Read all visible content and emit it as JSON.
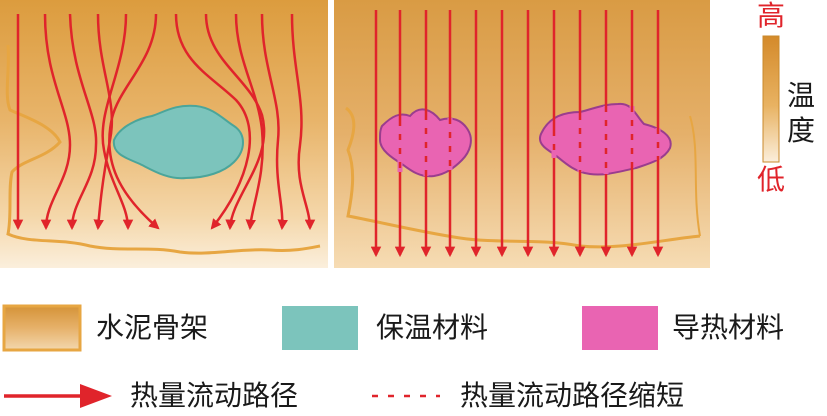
{
  "colors": {
    "cement": "#e0a54a",
    "insulation": "#7cc4bc",
    "conductive": "#e964b2",
    "heat_arrow": "#e0242b"
  },
  "temperature_bar": {
    "high_label": "高",
    "title": "温度",
    "low_label": "低"
  },
  "legend": {
    "cement": "水泥骨架",
    "insulation": "保温材料",
    "conductive": "导热材料",
    "heat_flow": "热量流动路径",
    "heat_flow_short": "热量流动路径缩短"
  }
}
